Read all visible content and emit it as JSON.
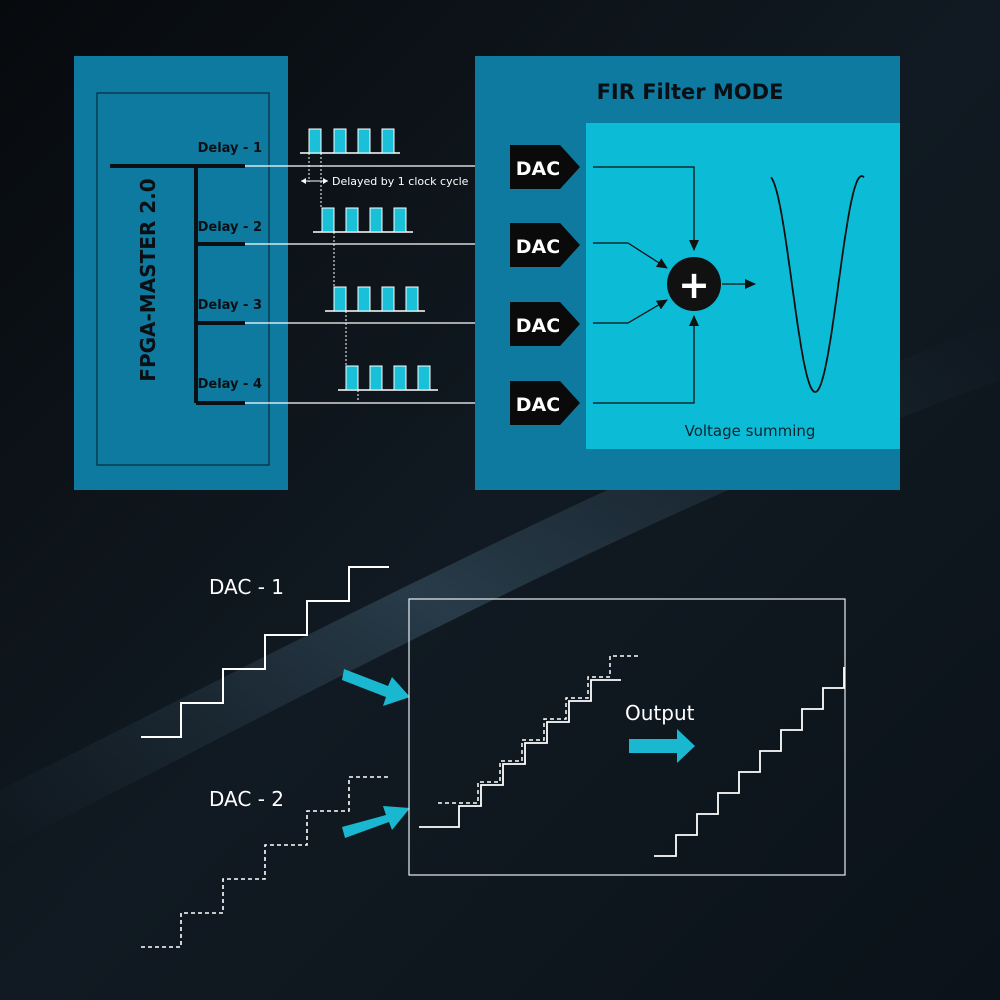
{
  "fpga": {
    "title": "FPGA-MASTER 2.0",
    "delays": [
      "Delay - 1",
      "Delay - 2",
      "Delay - 3",
      "Delay - 4"
    ]
  },
  "pulse_note": "Delayed by 1 clock cycle",
  "fir": {
    "title": "FIR Filter MODE",
    "dac_label": "DAC",
    "summing_label": "Voltage summing",
    "sum_symbol": "+"
  },
  "bottom": {
    "dac1_label": "DAC - 1",
    "dac2_label": "DAC - 2",
    "output_label": "Output"
  },
  "colors": {
    "background": "#0c1218",
    "panel": "#0e7aa0",
    "panel_inner": "#0ba6c4",
    "light_panel": "#0cbcd6",
    "pulse": "#19c0d8",
    "arrow_cyan": "#1ab8d0",
    "dac_box": "#0a0a0a",
    "white": "#ffffff"
  }
}
